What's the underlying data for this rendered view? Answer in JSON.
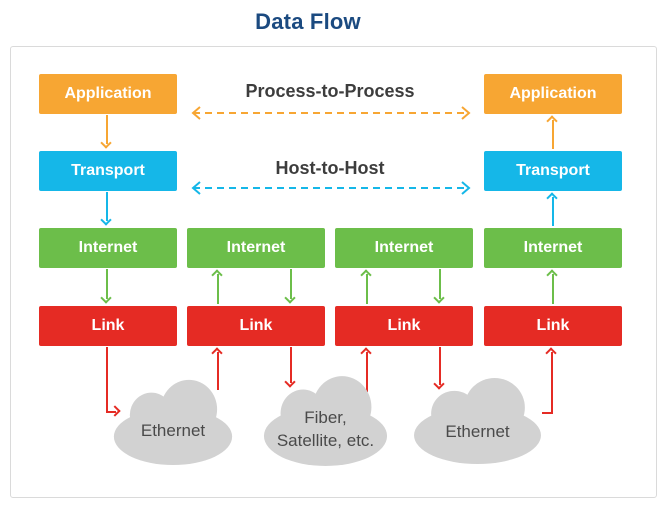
{
  "title": "Data Flow",
  "layers": {
    "application": "Application",
    "transport": "Transport",
    "internet": "Internet",
    "link": "Link"
  },
  "flow_labels": {
    "process_to_process": "Process-to-Process",
    "host_to_host": "Host-to-Host"
  },
  "clouds": {
    "left": "Ethernet",
    "middle_line1": "Fiber,",
    "middle_line2": "Satellite, etc.",
    "right": "Ethernet"
  },
  "colors": {
    "application": "#F7A633",
    "transport": "#15B7E8",
    "internet": "#6CBE4A",
    "link": "#E52B24",
    "cloud": "#D2D2D2",
    "title_text": "#1B4A80",
    "flow_label_text": "#3D3D3D",
    "cloud_text": "#4A4A4A",
    "frame_border": "#DADADA"
  }
}
